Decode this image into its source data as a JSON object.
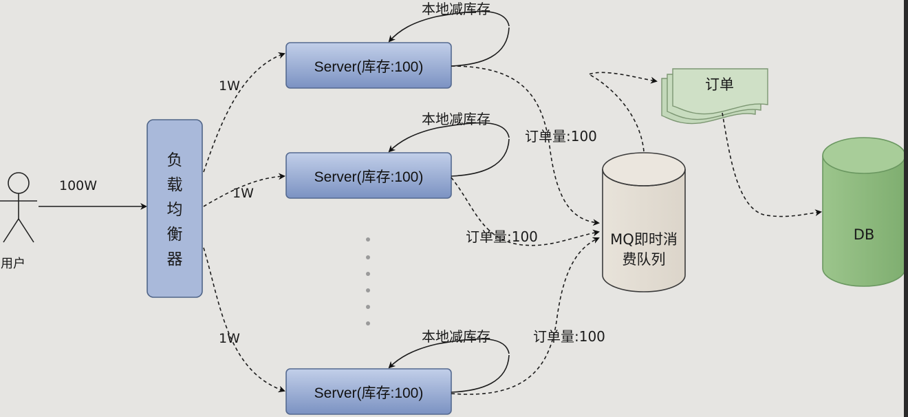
{
  "user": {
    "label": "用户"
  },
  "user_edge": {
    "label": "100W"
  },
  "load_balancer": {
    "label": "负载均衡器"
  },
  "servers": [
    {
      "label": "Server(库存:100)",
      "loop_label": "本地减库存",
      "traffic_label": "1W"
    },
    {
      "label": "Server(库存:100)",
      "loop_label": "本地减库存",
      "traffic_label": "1W"
    },
    {
      "label": "Server(库存:100)",
      "loop_label": "本地减库存",
      "traffic_label": "1W"
    }
  ],
  "order_edges": [
    {
      "label": "订单量:100"
    },
    {
      "label": "订单量:100"
    },
    {
      "label": "订单量:100"
    }
  ],
  "mq": {
    "label_line1": "MQ即时消",
    "label_line2": "费队列"
  },
  "order_doc": {
    "label": "订单"
  },
  "db": {
    "label": "DB"
  },
  "colors": {
    "server_fill_top": "#b9c8e6",
    "server_fill_bottom": "#7f95c4",
    "server_stroke": "#54698f",
    "lb_fill": "#a9b9da",
    "mq_fill": "#e2dcd3",
    "doc_fill": "#c9dcc0",
    "db_fill": "#8fbb7f",
    "db_stroke": "#6f9b60"
  }
}
